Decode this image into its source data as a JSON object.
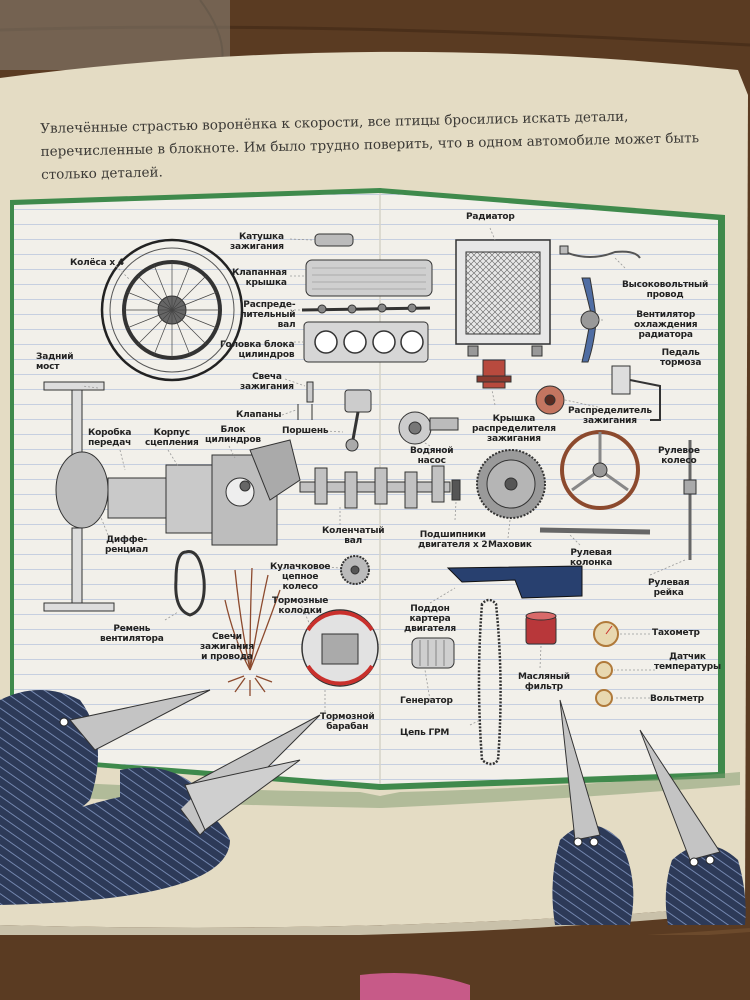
{
  "caption": "Увлечённые страстью воронёнка к скорости, все птицы бросились искать детали, перечисленные в блокноте. Им было трудно поверить, что в одном автомобиле может быть столько деталей.",
  "labels": {
    "wheels": "Колёса х 4",
    "rear_axle": "Задний\nмост",
    "gearbox": "Коробка\nпередач",
    "clutch_housing": "Корпус\nсцепления",
    "cylinder_block": "Блок\nцилиндров",
    "differential": "Диффе-\nренциал",
    "fan_belt": "Ремень\nвентилятора",
    "ignition_coil": "Катушка\nзажигания",
    "valve_cover": "Клапанная\nкрышка",
    "camshaft": "Распреде-\nлительный\nвал",
    "cylinder_head": "Головка блока\nцилиндров",
    "spark_plug": "Свеча\nзажигания",
    "valves": "Клапаны",
    "piston": "Поршень",
    "radiator": "Радиатор",
    "ht_wire": "Высоковольтный\nпровод",
    "fan": "Вентилятор\nохлаждения\nрадиатора",
    "brake_pedal": "Педаль\nтормоза",
    "distributor_cap": "Крышка\nраспределителя\nзажигания",
    "distributor": "Распределитель\nзажигания",
    "water_pump": "Водяной\nнасос",
    "steering_wheel": "Рулевое\nколесо",
    "crankshaft": "Коленчатый\nвал",
    "bearings": "Подшипники\nдвигателя х 2",
    "flywheel": "Маховик",
    "steering_column": "Рулевая\nколонка",
    "steering_rack": "Рулевая\nрейка",
    "cam_sprocket": "Кулачковое\nцепное\nколесо",
    "brake_shoes": "Тормозные\nколодки",
    "plugs_wires": "Свечи\nзажигания\nи провода",
    "brake_drum": "Тормозной\nбарабан",
    "oil_pan": "Поддон\nкартера\nдвигателя",
    "generator": "Генератор",
    "timing_chain": "Цепь ГРМ",
    "oil_filter": "Масляный\nфильтр",
    "tachometer": "Тахометр",
    "temp_sensor": "Датчик\nтемпературы",
    "voltmeter": "Вольтметр"
  },
  "colors": {
    "page": "#e4dcc4",
    "notebook_cover": "#3f8a4c",
    "notebook_paper": "#f2f0ea",
    "ruling": "#b7c5dc",
    "crow_feathers": "#2d3a58",
    "brake_drum_accent": "#c9302c",
    "oil_pan": "#28406f",
    "oil_filter": "#b8373a",
    "steering_wheel": "#8c4a2e",
    "wood_table": "#5a3b22"
  }
}
